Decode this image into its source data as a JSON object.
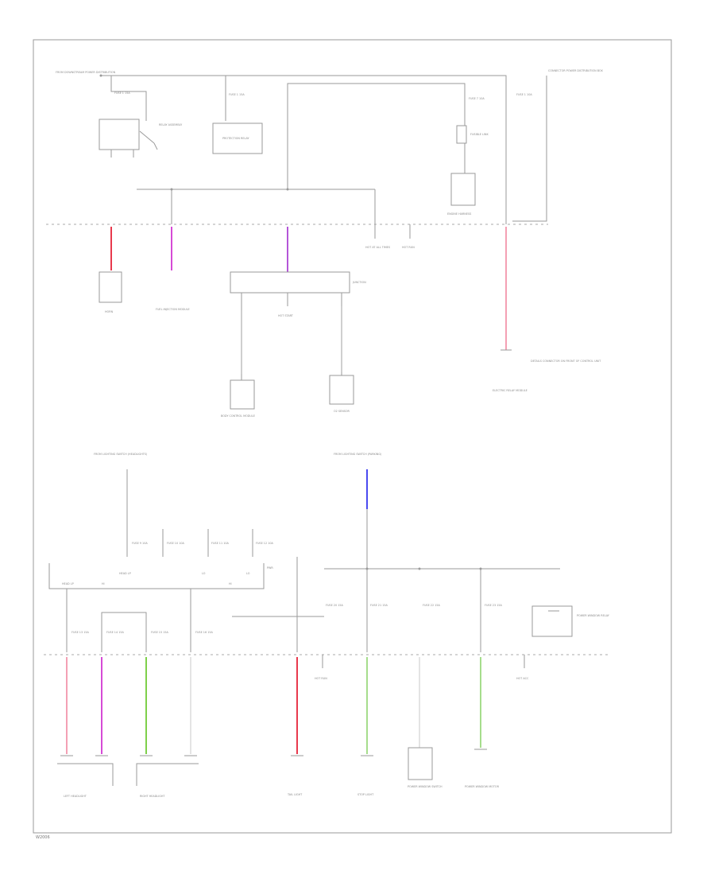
{
  "diagram": {
    "id_tag": "W2006",
    "colors": {
      "red": "#e8394d",
      "pink": "#f4a0b4",
      "magenta": "#d64bd6",
      "violet": "#b455d8",
      "blue": "#4a4af0",
      "green": "#7ed04a",
      "light_green": "#a6dd8c",
      "white_wire": "#e4e4e4",
      "line": "#9a9a9a"
    },
    "labels": {
      "top_source": "FROM DOWNSTREAM POWER DISTRIBUTION",
      "fuse_a": "FUSE 1 15A",
      "relay_assembly": "RELAY ASSEMBLY",
      "fuse_b": "FUSE 1 15A",
      "protection_relay": "PROTECTION RELAY",
      "fuse_c": "FUSE 7 10A",
      "fusible_link": "FUSIBLE LINK",
      "fuse_d": "FUSE 1 10A",
      "top_right_note": "CONNECTOR POWER DISTRIBUTION BOX",
      "engine_harness": "ENGINE HARNESS",
      "horn": "HORN",
      "fuel_injection_module": "FUEL INJECTION MODULE",
      "hot_at_all_times": "HOT AT ALL TIMES",
      "hot_run": "HOT RUN",
      "junction": "JUNCTION",
      "hot_start": "HOT START",
      "body_control_module": "BODY CONTROL MODULE",
      "o2_sensor": "O2 SENSOR",
      "right_note": "DETAILS CONNECTOR ON FRONT OF CONTROL UNIT",
      "electric_relay_module": "ELECTRIC RELAY MODULE",
      "lower_left_source": "FROM LIGHTING SWITCH (HEADLIGHTS)",
      "lower_mid_source": "FROM LIGHTING SWITCH (PARKING)",
      "fuse_e1": "FUSE 9 10A",
      "fuse_e2": "FUSE 10 10A",
      "fuse_e3": "FUSE 11 10A",
      "fuse_e4": "FUSE 12 10A",
      "bus_l1": "HEAD LP",
      "bus_l2": "HI",
      "bus_l3": "HEAD LP",
      "bus_l4": "LO",
      "bus_l5": "HI",
      "bus_l6": "LO",
      "bus_end": "PWR",
      "fuse_f1": "FUSE 13 15A",
      "fuse_f2": "FUSE 14 15A",
      "fuse_f3": "FUSE 15 15A",
      "fuse_f4": "FUSE 16 15A",
      "fuse_g1": "FUSE 20 15A",
      "fuse_g2": "FUSE 21 15A",
      "fuse_g3": "FUSE 22 15A",
      "fuse_g4": "FUSE 23 15A",
      "power_window_relay": "POWER WINDOW RELAY",
      "hot_run_2": "HOT RUN",
      "hot_acc": "HOT ACC",
      "left_headlight": "LEFT HEADLIGHT",
      "right_headlight": "RIGHT HEADLIGHT",
      "tail_light": "TAIL LIGHT",
      "stop_light": "STOP LIGHT",
      "power_window_switch": "POWER WINDOW SWITCH",
      "power_window_motor": "POWER WINDOW MOTOR"
    }
  }
}
